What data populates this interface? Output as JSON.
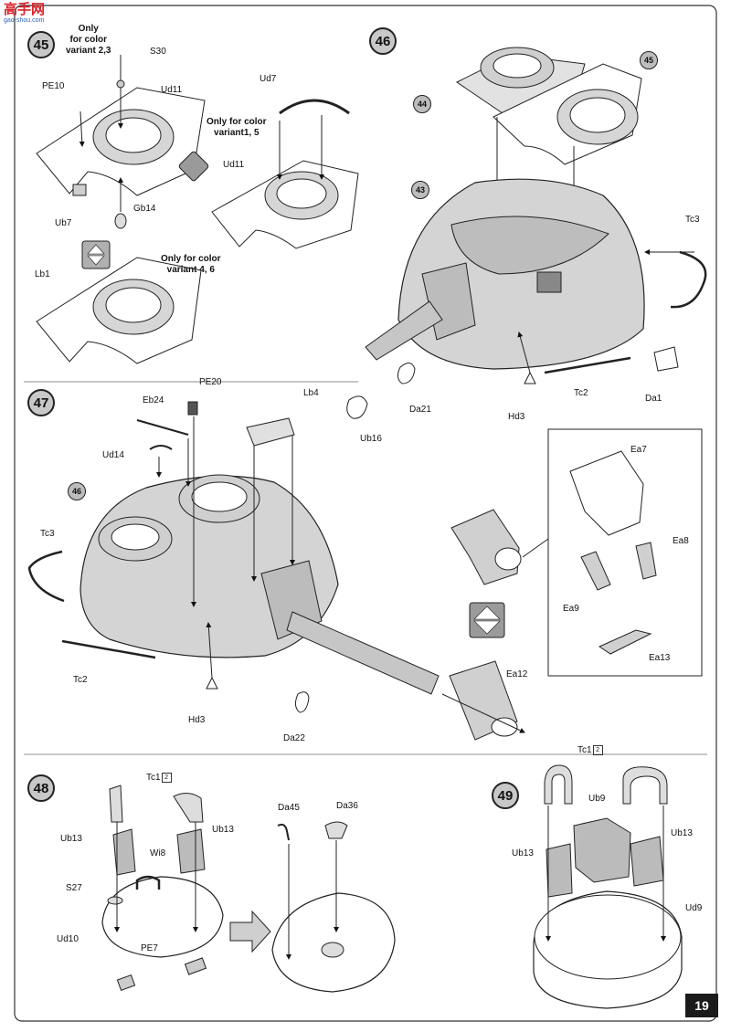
{
  "watermark": {
    "text": "高手网",
    "sub": "gao-shou.com"
  },
  "page_number": "19",
  "steps": {
    "s45": {
      "number": "45",
      "note_variant_23": "Only\nfor color\nvariant 2,3",
      "note_variant_15": "Only for color\nvariant1, 5",
      "note_variant_46": "Only for color\nvariant 4, 6",
      "labels": {
        "s30": "S30",
        "pe10": "PE10",
        "ud11_a": "Ud11",
        "ub7": "Ub7",
        "gb14": "Gb14",
        "ud7": "Ud7",
        "ud11_b": "Ud11",
        "lb1": "Lb1"
      }
    },
    "s46": {
      "number": "46",
      "ref_44": "44",
      "ref_45": "45",
      "ref_43": "43",
      "labels": {
        "tc3": "Tc3",
        "ub16": "Ub16",
        "da21": "Da21",
        "hd3": "Hd3",
        "tc2": "Tc2",
        "da1": "Da1"
      }
    },
    "s47": {
      "number": "47",
      "ref_46": "46",
      "labels": {
        "pe20": "PE20",
        "eb24": "Eb24",
        "lb4": "Lb4",
        "ud14": "Ud14",
        "tc3": "Tc3",
        "tc2": "Tc2",
        "hd3": "Hd3",
        "da22": "Da22",
        "ea12": "Ea12"
      },
      "inset_labels": {
        "ea7": "Ea7",
        "ea8": "Ea8",
        "ea9": "Ea9",
        "ea13": "Ea13"
      }
    },
    "s48": {
      "number": "48",
      "labels": {
        "tc1": "Tc1",
        "tc1_qty": "2",
        "ub13_a": "Ub13",
        "ub13_b": "Ub13",
        "wi8": "Wi8",
        "s27": "S27",
        "ud10": "Ud10",
        "pe7": "PE7",
        "da45": "Da45",
        "da36": "Da36"
      }
    },
    "s49": {
      "number": "49",
      "labels": {
        "tc1": "Tc1",
        "tc1_qty": "2",
        "ub9": "Ub9",
        "ub13_a": "Ub13",
        "ub13_b": "Ub13",
        "ud9": "Ud9"
      }
    }
  }
}
